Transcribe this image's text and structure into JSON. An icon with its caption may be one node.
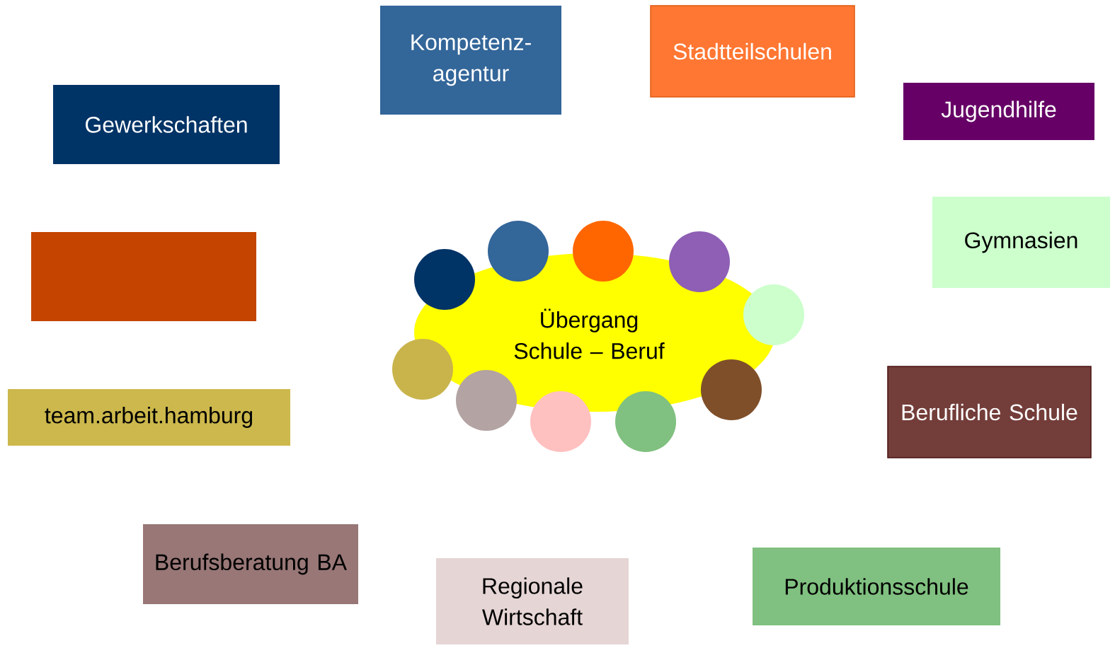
{
  "diagram": {
    "nodes": [
      {
        "text": [
          "Kompetenz- agentur"
        ]
      },
      {
        "text": [
          "Stadtteilschulen"
        ]
      },
      {
        "text": [
          "Gewerkschaften"
        ]
      },
      {
        "text": [
          "Jugendhilfe"
        ]
      },
      {
        "text": [
          "Gymnasien"
        ]
      },
      {
        "text": [],
        "shape": "box"
      },
      {
        "text": [
          "Berufliche Schule"
        ]
      },
      {
        "text": [
          "team.arbeit.hamburg"
        ]
      },
      {
        "text": [
          "Berufsberatung BA"
        ]
      },
      {
        "text": [
          "Produktionsschule"
        ]
      },
      {
        "text": [
          "Regionale Wirtschaft"
        ]
      },
      {
        "text": [
          "Übergang Schule – Beruf"
        ]
      },
      {
        "text": [],
        "shape": "circle"
      },
      {
        "text": [],
        "shape": "circle"
      },
      {
        "text": [],
        "shape": "circle"
      },
      {
        "text": [],
        "shape": "circle"
      },
      {
        "text": [],
        "shape": "circle"
      },
      {
        "text": [],
        "shape": "circle"
      },
      {
        "text": [],
        "shape": "circle"
      },
      {
        "text": [],
        "shape": "circle"
      },
      {
        "text": [],
        "shape": "circle"
      },
      {
        "text": [],
        "shape": "circle"
      }
    ]
  }
}
